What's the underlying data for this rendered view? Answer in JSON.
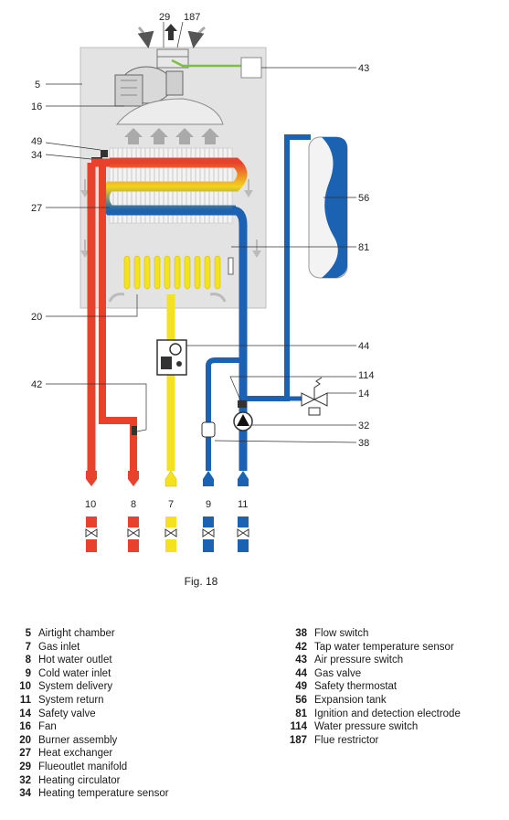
{
  "figure": {
    "caption": "Fig. 18",
    "callouts": {
      "c29": "29",
      "c187": "187",
      "c5": "5",
      "c43": "43",
      "c16": "16",
      "c49": "49",
      "c34": "34",
      "c56": "56",
      "c27": "27",
      "c81": "81",
      "c20": "20",
      "c44": "44",
      "c114": "114",
      "c42": "42",
      "c14": "14",
      "c32": "32",
      "c38": "38"
    },
    "connections": [
      "10",
      "8",
      "7",
      "9",
      "11"
    ]
  },
  "colors": {
    "hot": "#e8412c",
    "cold": "#1b62b3",
    "gas": "#f4e21e",
    "air": "#7ac143",
    "casing": "#e3e3e3"
  },
  "legend_left": [
    {
      "num": "5",
      "text": "Airtight chamber"
    },
    {
      "num": "7",
      "text": "Gas inlet"
    },
    {
      "num": "8",
      "text": "Hot water outlet"
    },
    {
      "num": "9",
      "text": "Cold water inlet"
    },
    {
      "num": "10",
      "text": "System delivery"
    },
    {
      "num": "11",
      "text": "System return"
    },
    {
      "num": "14",
      "text": "Safety valve"
    },
    {
      "num": "16",
      "text": "Fan"
    },
    {
      "num": "20",
      "text": "Burner assembly"
    },
    {
      "num": "27",
      "text": "Heat exchanger"
    },
    {
      "num": "29",
      "text": "Flueoutlet manifold"
    },
    {
      "num": "32",
      "text": "Heating circulator"
    },
    {
      "num": "34",
      "text": "Heating temperature sensor"
    }
  ],
  "legend_right": [
    {
      "num": "38",
      "text": "Flow switch"
    },
    {
      "num": "42",
      "text": "Tap water temperature sensor"
    },
    {
      "num": "43",
      "text": "Air pressure switch"
    },
    {
      "num": "44",
      "text": "Gas valve"
    },
    {
      "num": "49",
      "text": "Safety thermostat"
    },
    {
      "num": "56",
      "text": "Expansion tank"
    },
    {
      "num": "81",
      "text": "Ignition and detection electrode"
    },
    {
      "num": "114",
      "text": "Water pressure switch"
    },
    {
      "num": "187",
      "text": "Flue restrictor"
    }
  ]
}
